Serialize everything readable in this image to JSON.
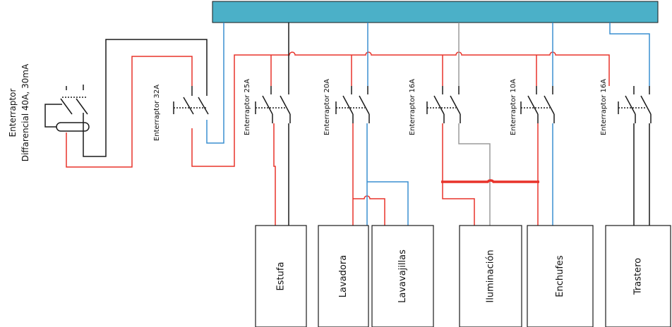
{
  "colors": {
    "bus_fill": "#4bb0c8",
    "bus_stroke": "#1a1a1a",
    "neutral": "#3a8fd0",
    "phase": "#e8332a",
    "protective": "#1a1a1a",
    "return": "#9b9b9b"
  },
  "main_breaker": {
    "line1": "Enterraptor",
    "line2": "Diffarencial 40A, 30mA"
  },
  "general_breaker": {
    "label": "Enterraptor 32A"
  },
  "circuit_breakers": [
    {
      "label": "Enterraptor 25A"
    },
    {
      "label": "Enterraptor 20A"
    },
    {
      "label": "Enterraptor 16A"
    },
    {
      "label": "Enterraptor 10A"
    },
    {
      "label": "Enterraptor 16A"
    }
  ],
  "loads": [
    {
      "label": "Estufa"
    },
    {
      "label": "Lavadora"
    },
    {
      "label": "Lavavajillas"
    },
    {
      "label": "Iluminación"
    },
    {
      "label": "Enchufes"
    },
    {
      "label": "Trastero"
    }
  ]
}
